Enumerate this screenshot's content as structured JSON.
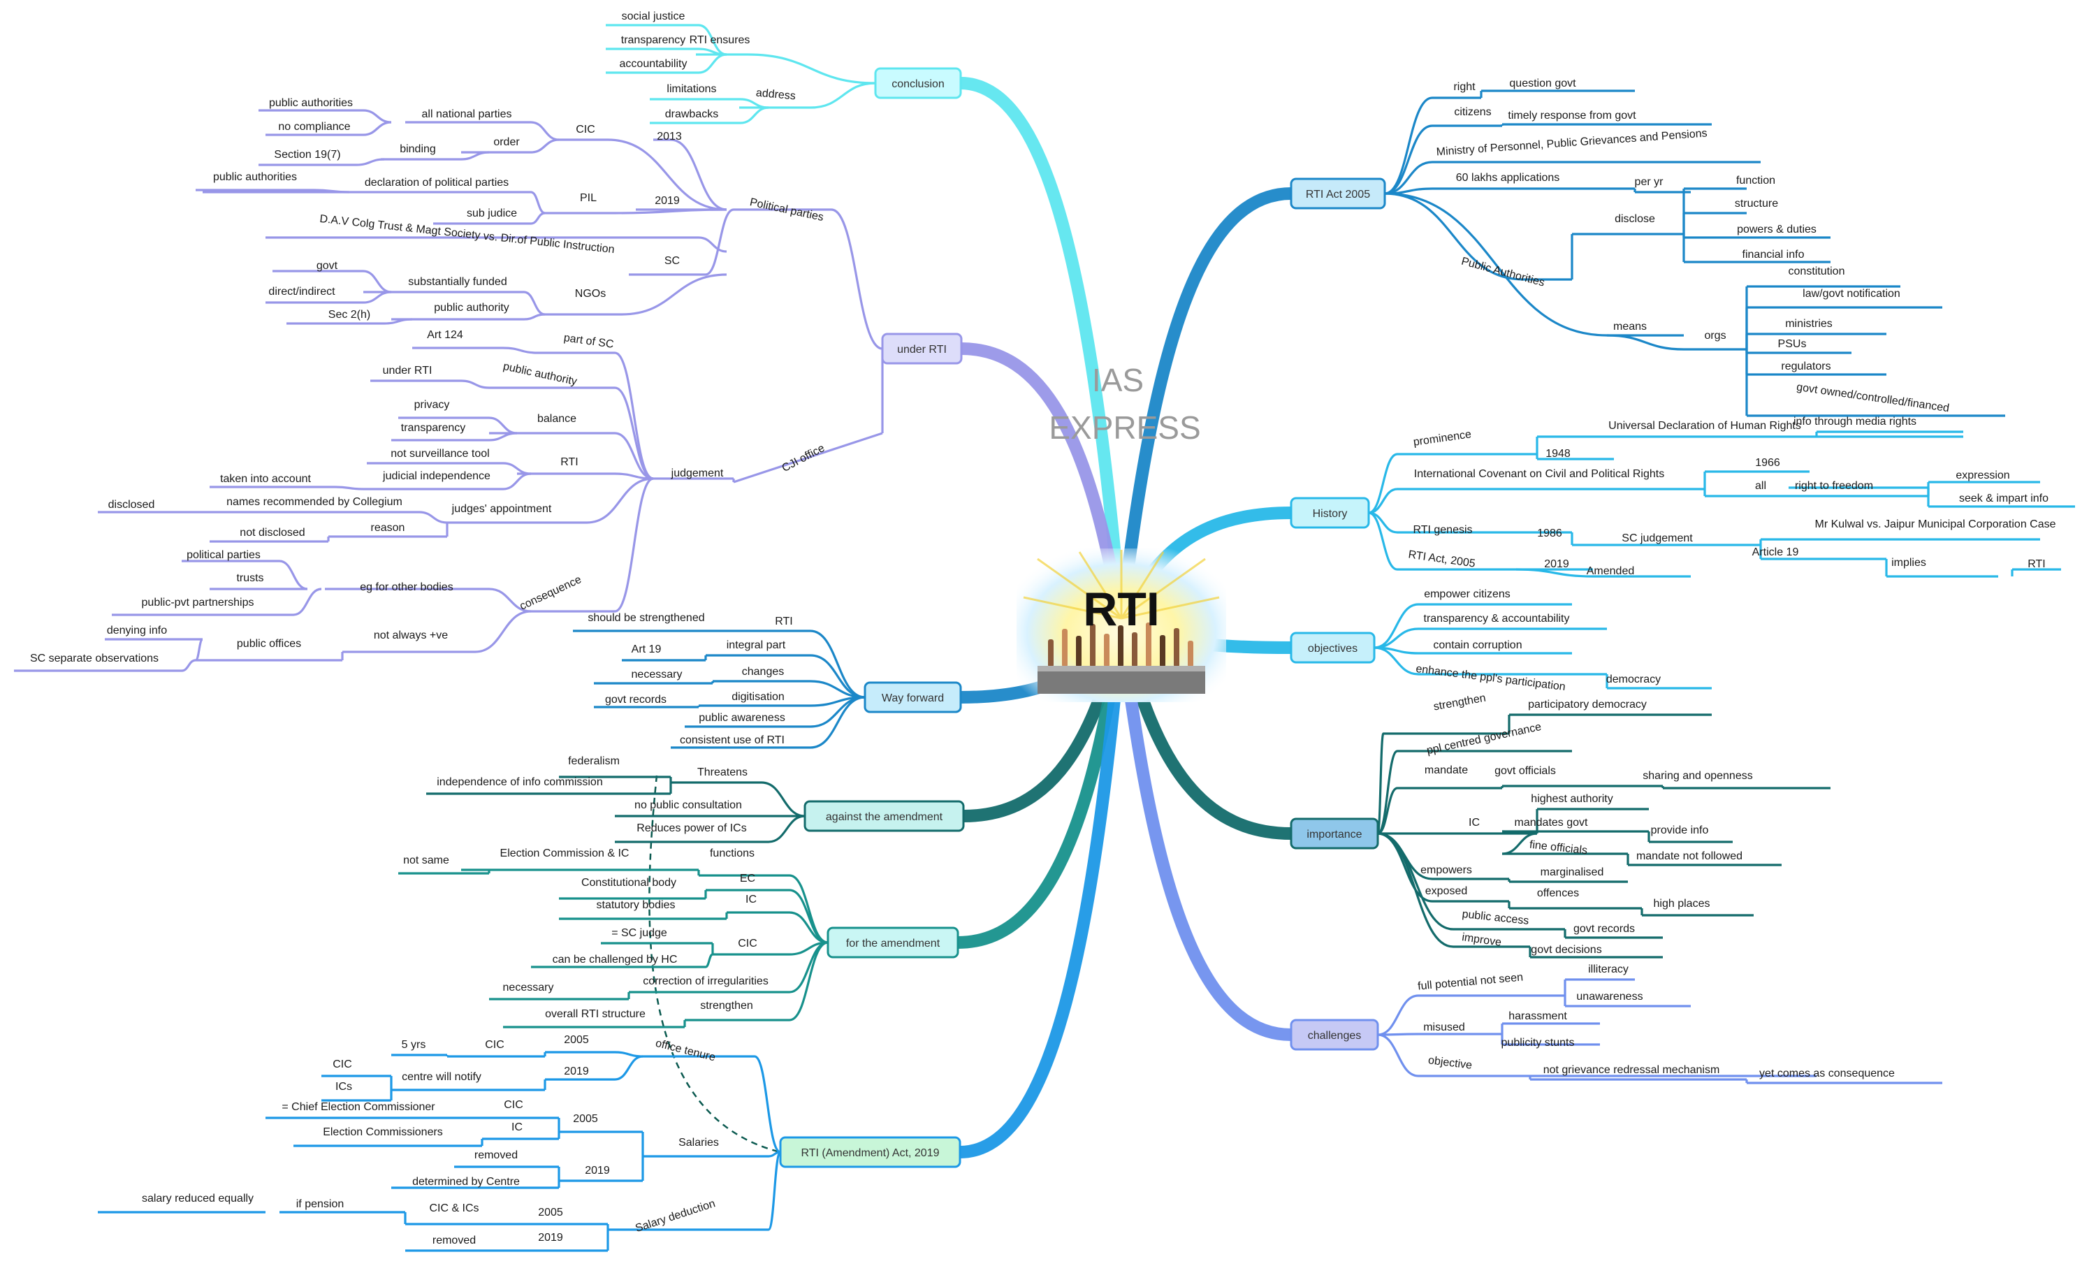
{
  "watermark": [
    "IAS",
    "EXPRESS"
  ],
  "center": {
    "title": "RTI"
  },
  "colors": {
    "cyan": "#28b8e8",
    "lightcyan": "#5ee6ef",
    "blue": "#1b87c8",
    "lavender": "#9896e8",
    "teal": "#136b6b",
    "teal2": "#17918c",
    "brightblue": "#1c98e6",
    "periwinkle": "#7090ee"
  },
  "topics": [
    {
      "id": "conclusion",
      "label": "conclusion",
      "color": "lightcyan",
      "fill": "#c9fbff"
    },
    {
      "id": "under_rti",
      "label": "under RTI",
      "color": "lavender",
      "fill": "#ddddfa"
    },
    {
      "id": "way_forward",
      "label": "Way forward",
      "color": "blue",
      "fill": "#c6ecfb"
    },
    {
      "id": "against",
      "label": "against the amendment",
      "color": "teal",
      "fill": "#c6f2ef"
    },
    {
      "id": "for",
      "label": "for the amendment",
      "color": "teal2",
      "fill": "#c9f6f4"
    },
    {
      "id": "amendment_act",
      "label": "RTI (Amendment) Act, 2019",
      "color": "brightblue",
      "fill": "#c8f6d8"
    },
    {
      "id": "rti_act",
      "label": "RTI Act 2005",
      "color": "blue",
      "fill": "#c6eafa"
    },
    {
      "id": "history",
      "label": "History",
      "color": "cyan",
      "fill": "#c6f4fb"
    },
    {
      "id": "objectives",
      "label": "objectives",
      "color": "cyan",
      "fill": "#c6f0fb"
    },
    {
      "id": "importance",
      "label": "importance",
      "color": "teal",
      "fill": "#8fc7ea"
    },
    {
      "id": "challenges",
      "label": "challenges",
      "color": "periwinkle",
      "fill": "#c6c9f5"
    }
  ],
  "branches": [
    {
      "label": "RTI ensures",
      "color": "lightcyan"
    },
    {
      "label": "social justice",
      "color": "lightcyan"
    },
    {
      "label": "transparency",
      "color": "lightcyan"
    },
    {
      "label": "accountability",
      "color": "lightcyan"
    },
    {
      "label": "address",
      "color": "lightcyan"
    },
    {
      "label": "limitations",
      "color": "lightcyan"
    },
    {
      "label": "drawbacks",
      "color": "lightcyan"
    },
    {
      "label": "Political parties",
      "color": "lavender"
    },
    {
      "label": "CIC",
      "color": "lavender"
    },
    {
      "label": "2013",
      "color": "lavender"
    },
    {
      "label": "all national parties",
      "color": "lavender"
    },
    {
      "label": "public authorities",
      "color": "lavender"
    },
    {
      "label": "no compliance",
      "color": "lavender"
    },
    {
      "label": "order",
      "color": "lavender"
    },
    {
      "label": "binding",
      "color": "lavender"
    },
    {
      "label": "Section 19(7)",
      "color": "lavender"
    },
    {
      "label": "2019",
      "color": "lavender"
    },
    {
      "label": "PIL",
      "color": "lavender"
    },
    {
      "label": "declaration of political parties",
      "color": "lavender"
    },
    {
      "label": "public authorities",
      "color": "lavender"
    },
    {
      "label": "sub judice",
      "color": "lavender"
    },
    {
      "label": "SC",
      "color": "lavender"
    },
    {
      "label": "D.A.V Colg Trust & Magt Society vs. Dir.of Public Instruction",
      "color": "lavender"
    },
    {
      "label": "NGOs",
      "color": "lavender"
    },
    {
      "label": "substantially funded",
      "color": "lavender"
    },
    {
      "label": "govt",
      "color": "lavender"
    },
    {
      "label": "direct/indirect",
      "color": "lavender"
    },
    {
      "label": "public authority",
      "color": "lavender"
    },
    {
      "label": "Sec 2(h)",
      "color": "lavender"
    },
    {
      "label": "CJI office",
      "color": "lavender"
    },
    {
      "label": "judgement",
      "color": "lavender"
    },
    {
      "label": "part of SC",
      "color": "lavender"
    },
    {
      "label": "Art 124",
      "color": "lavender"
    },
    {
      "label": "public authority",
      "color": "lavender"
    },
    {
      "label": "under RTI",
      "color": "lavender"
    },
    {
      "label": "balance",
      "color": "lavender"
    },
    {
      "label": "privacy",
      "color": "lavender"
    },
    {
      "label": "transparency",
      "color": "lavender"
    },
    {
      "label": "RTI",
      "color": "lavender"
    },
    {
      "label": "not surveillance tool",
      "color": "lavender"
    },
    {
      "label": "judicial independence",
      "color": "lavender"
    },
    {
      "label": "taken into account",
      "color": "lavender"
    },
    {
      "label": "judges' appointment",
      "color": "lavender"
    },
    {
      "label": "names recommended by Collegium",
      "color": "lavender"
    },
    {
      "label": "disclosed",
      "color": "lavender"
    },
    {
      "label": "reason",
      "color": "lavender"
    },
    {
      "label": "not disclosed",
      "color": "lavender"
    },
    {
      "label": "consequence",
      "color": "lavender"
    },
    {
      "label": "eg for other bodies",
      "color": "lavender"
    },
    {
      "label": "political parties",
      "color": "lavender"
    },
    {
      "label": "trusts",
      "color": "lavender"
    },
    {
      "label": "public-pvt partnerships",
      "color": "lavender"
    },
    {
      "label": "not always +ve",
      "color": "lavender"
    },
    {
      "label": "public offices",
      "color": "lavender"
    },
    {
      "label": "denying info",
      "color": "lavender"
    },
    {
      "label": "SC separate observations",
      "color": "lavender"
    },
    {
      "label": "RTI",
      "color": "blue"
    },
    {
      "label": "should be strengthened",
      "color": "blue"
    },
    {
      "label": "integral part",
      "color": "blue"
    },
    {
      "label": "Art 19",
      "color": "blue"
    },
    {
      "label": "changes",
      "color": "blue"
    },
    {
      "label": "necessary",
      "color": "blue"
    },
    {
      "label": "digitisation",
      "color": "blue"
    },
    {
      "label": "govt records",
      "color": "blue"
    },
    {
      "label": "public awareness",
      "color": "blue"
    },
    {
      "label": "consistent use of RTI",
      "color": "blue"
    },
    {
      "label": "Threatens",
      "color": "teal"
    },
    {
      "label": "federalism",
      "color": "teal"
    },
    {
      "label": "independence of info commission",
      "color": "teal"
    },
    {
      "label": "no public consultation",
      "color": "teal"
    },
    {
      "label": "Reduces power of ICs",
      "color": "teal"
    },
    {
      "label": "functions",
      "color": "teal2"
    },
    {
      "label": "Election Commission & IC",
      "color": "teal2"
    },
    {
      "label": "not same",
      "color": "teal2"
    },
    {
      "label": "EC",
      "color": "teal2"
    },
    {
      "label": "Constitutional body",
      "color": "teal2"
    },
    {
      "label": "IC",
      "color": "teal2"
    },
    {
      "label": "statutory bodies",
      "color": "teal2"
    },
    {
      "label": "CIC",
      "color": "teal2"
    },
    {
      "label": "= SC judge",
      "color": "teal2"
    },
    {
      "label": "can be challenged by HC",
      "color": "teal2"
    },
    {
      "label": "correction of irregularities",
      "color": "teal2"
    },
    {
      "label": "necessary",
      "color": "teal2"
    },
    {
      "label": "strengthen",
      "color": "teal2"
    },
    {
      "label": "overall RTI structure",
      "color": "teal2"
    },
    {
      "label": "office tenure",
      "color": "brightblue"
    },
    {
      "label": "2005",
      "color": "brightblue"
    },
    {
      "label": "CIC",
      "color": "brightblue"
    },
    {
      "label": "5 yrs",
      "color": "brightblue"
    },
    {
      "label": "2019",
      "color": "brightblue"
    },
    {
      "label": "centre will notify",
      "color": "brightblue"
    },
    {
      "label": "CIC",
      "color": "brightblue"
    },
    {
      "label": "ICs",
      "color": "brightblue"
    },
    {
      "label": "Salaries",
      "color": "brightblue"
    },
    {
      "label": "2005",
      "color": "brightblue"
    },
    {
      "label": "CIC",
      "color": "brightblue"
    },
    {
      "label": "= Chief Election Commissioner",
      "color": "brightblue"
    },
    {
      "label": "IC",
      "color": "brightblue"
    },
    {
      "label": "Election Commissioners",
      "color": "brightblue"
    },
    {
      "label": "2019",
      "color": "brightblue"
    },
    {
      "label": "removed",
      "color": "brightblue"
    },
    {
      "label": "determined by Centre",
      "color": "brightblue"
    },
    {
      "label": "Salary deduction",
      "color": "brightblue"
    },
    {
      "label": "2005",
      "color": "brightblue"
    },
    {
      "label": "CIC & ICs",
      "color": "brightblue"
    },
    {
      "label": "if pension",
      "color": "brightblue"
    },
    {
      "label": "salary reduced equally",
      "color": "brightblue"
    },
    {
      "label": "2019",
      "color": "brightblue"
    },
    {
      "label": "removed",
      "color": "brightblue"
    },
    {
      "label": "right",
      "color": "blue"
    },
    {
      "label": "question govt",
      "color": "blue"
    },
    {
      "label": "citizens",
      "color": "blue"
    },
    {
      "label": "timely response from govt",
      "color": "blue"
    },
    {
      "label": "Ministry of Personnel, Public Grievances and Pensions",
      "color": "blue"
    },
    {
      "label": "60 lakhs applications",
      "color": "blue"
    },
    {
      "label": "per yr",
      "color": "blue"
    },
    {
      "label": "Public Authorities",
      "color": "blue"
    },
    {
      "label": "disclose",
      "color": "blue"
    },
    {
      "label": "function",
      "color": "blue"
    },
    {
      "label": "structure",
      "color": "blue"
    },
    {
      "label": "powers & duties",
      "color": "blue"
    },
    {
      "label": "financial info",
      "color": "blue"
    },
    {
      "label": "means",
      "color": "blue"
    },
    {
      "label": "orgs",
      "color": "blue"
    },
    {
      "label": "constitution",
      "color": "blue"
    },
    {
      "label": "law/govt notification",
      "color": "blue"
    },
    {
      "label": "ministries",
      "color": "blue"
    },
    {
      "label": "PSUs",
      "color": "blue"
    },
    {
      "label": "regulators",
      "color": "blue"
    },
    {
      "label": "govt owned/controlled/financed",
      "color": "blue"
    },
    {
      "label": "prominence",
      "color": "cyan"
    },
    {
      "label": "Universal Declaration of Human Rights",
      "color": "cyan"
    },
    {
      "label": "1948",
      "color": "cyan"
    },
    {
      "label": "info through media rights",
      "color": "cyan"
    },
    {
      "label": "International Covenant on Civil and Political Rights",
      "color": "cyan"
    },
    {
      "label": "1966",
      "color": "cyan"
    },
    {
      "label": "all",
      "color": "cyan"
    },
    {
      "label": "right to freedom",
      "color": "cyan"
    },
    {
      "label": "expression",
      "color": "cyan"
    },
    {
      "label": "seek & impart info",
      "color": "cyan"
    },
    {
      "label": "RTI genesis",
      "color": "cyan"
    },
    {
      "label": "1986",
      "color": "cyan"
    },
    {
      "label": "SC judgement",
      "color": "cyan"
    },
    {
      "label": "Mr Kulwal vs. Jaipur Municipal Corporation Case",
      "color": "cyan"
    },
    {
      "label": "Article 19",
      "color": "cyan"
    },
    {
      "label": "implies",
      "color": "cyan"
    },
    {
      "label": "RTI",
      "color": "cyan"
    },
    {
      "label": "RTI Act, 2005",
      "color": "cyan"
    },
    {
      "label": "2019",
      "color": "cyan"
    },
    {
      "label": "Amended",
      "color": "cyan"
    },
    {
      "label": "empower citizens",
      "color": "cyan"
    },
    {
      "label": "transparency & accountability",
      "color": "cyan"
    },
    {
      "label": "contain corruption",
      "color": "cyan"
    },
    {
      "label": "enhance the ppl's participation",
      "color": "cyan"
    },
    {
      "label": "democracy",
      "color": "cyan"
    },
    {
      "label": "strengthen",
      "color": "teal"
    },
    {
      "label": "participatory democracy",
      "color": "teal"
    },
    {
      "label": "ppl centred governance",
      "color": "teal"
    },
    {
      "label": "mandate",
      "color": "teal"
    },
    {
      "label": "govt officials",
      "color": "teal"
    },
    {
      "label": "sharing and openness",
      "color": "teal"
    },
    {
      "label": "IC",
      "color": "teal"
    },
    {
      "label": "highest authority",
      "color": "teal"
    },
    {
      "label": "mandates govt",
      "color": "teal"
    },
    {
      "label": "provide info",
      "color": "teal"
    },
    {
      "label": "fine officials",
      "color": "teal"
    },
    {
      "label": "mandate not followed",
      "color": "teal"
    },
    {
      "label": "empowers",
      "color": "teal"
    },
    {
      "label": "marginalised",
      "color": "teal"
    },
    {
      "label": "exposed",
      "color": "teal"
    },
    {
      "label": "offences",
      "color": "teal"
    },
    {
      "label": "high places",
      "color": "teal"
    },
    {
      "label": "public access",
      "color": "teal"
    },
    {
      "label": "govt records",
      "color": "teal"
    },
    {
      "label": "improve",
      "color": "teal"
    },
    {
      "label": "govt decisions",
      "color": "teal"
    },
    {
      "label": "full potential not seen",
      "color": "periwinkle"
    },
    {
      "label": "illiteracy",
      "color": "periwinkle"
    },
    {
      "label": "unawareness",
      "color": "periwinkle"
    },
    {
      "label": "misused",
      "color": "periwinkle"
    },
    {
      "label": "harassment",
      "color": "periwinkle"
    },
    {
      "label": "publicity stunts",
      "color": "periwinkle"
    },
    {
      "label": "objective",
      "color": "periwinkle"
    },
    {
      "label": "not grievance redressal mechanism",
      "color": "periwinkle"
    },
    {
      "label": "yet comes as consequence",
      "color": "periwinkle"
    }
  ]
}
